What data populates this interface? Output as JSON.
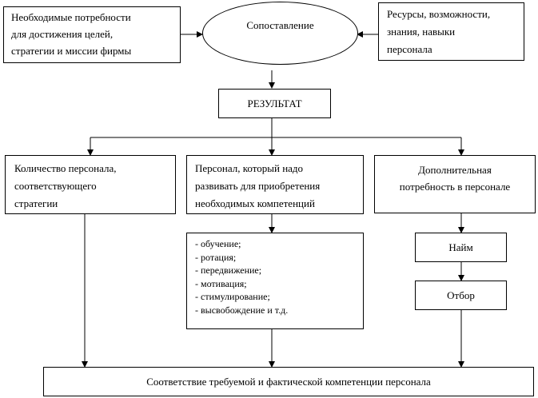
{
  "nodes": {
    "needs": {
      "lines": [
        "Необходимые потребности",
        "для достижения целей,",
        "стратегии и миссии фирмы"
      ]
    },
    "comparison": {
      "label": "Сопоставление"
    },
    "resources": {
      "lines": [
        "Ресурсы, возможности,",
        "знания, навыки",
        "персонала"
      ]
    },
    "result": {
      "label": "РЕЗУЛЬТАТ"
    },
    "quantity": {
      "lines": [
        "Количество персонала,",
        "соответствующего",
        "стратегии"
      ]
    },
    "develop": {
      "lines": [
        "Персонал, который надо",
        "развивать для приобретения",
        "необходимых компетенций"
      ]
    },
    "additional": {
      "lines": [
        "Дополнительная",
        "потребность в персонале"
      ]
    },
    "methods": {
      "items": [
        "- обучение;",
        "- ротация;",
        "- передвижение;",
        "- мотивация;",
        "- стимулирование;",
        "- высвобождение и т.д."
      ]
    },
    "hire": {
      "label": "Найм"
    },
    "selection": {
      "label": "Отбор"
    },
    "match": {
      "label": "Соответствие требуемой и фактической компетенции персонала"
    }
  }
}
